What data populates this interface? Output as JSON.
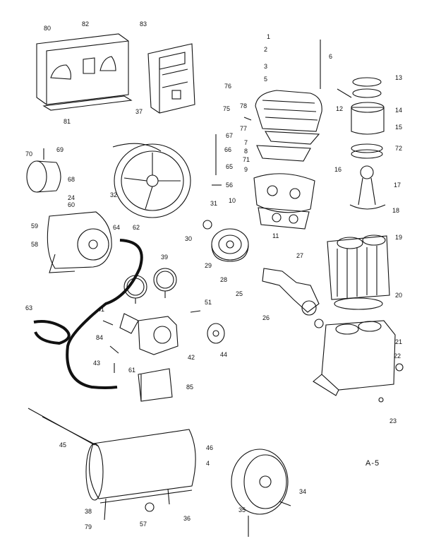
{
  "page_code": "A-5",
  "callouts": [
    "80",
    "82",
    "83",
    "81",
    "37",
    "1",
    "2",
    "3",
    "4",
    "5",
    "6",
    "13",
    "14",
    "15",
    "12",
    "76",
    "78",
    "75",
    "77",
    "67",
    "7",
    "8",
    "71",
    "9",
    "66",
    "65",
    "72",
    "16",
    "17",
    "18",
    "19",
    "20",
    "21",
    "22",
    "23",
    "70",
    "69",
    "68",
    "24",
    "60",
    "59",
    "58",
    "64",
    "62",
    "32",
    "56",
    "31",
    "10",
    "30",
    "29",
    "28",
    "11",
    "39",
    "63",
    "41",
    "51",
    "84",
    "27",
    "25",
    "26",
    "42",
    "44",
    "43",
    "61",
    "85",
    "45",
    "46",
    "38",
    "79",
    "57",
    "36",
    "35",
    "34"
  ]
}
